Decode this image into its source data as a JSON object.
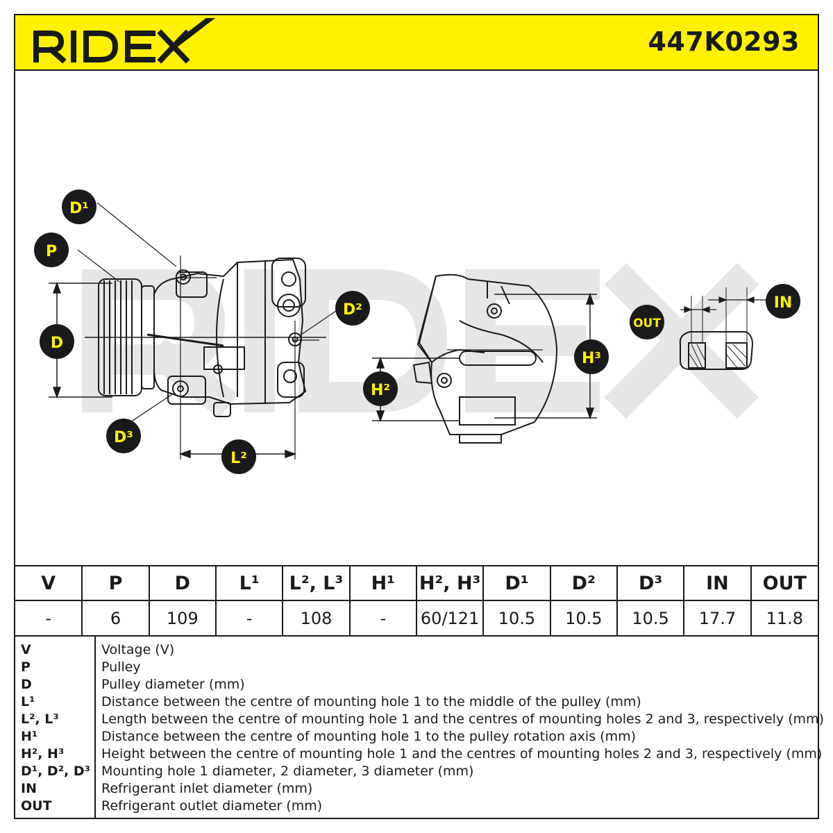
{
  "header": {
    "brand": "RIDEX",
    "part_number": "447K0293"
  },
  "colors": {
    "accent_yellow": "#fff200",
    "ink": "#1a1a1a",
    "watermark": "#e6e6e6"
  },
  "diagram": {
    "callouts": {
      "d1": "D¹",
      "p": "P",
      "d": "D",
      "d3": "D³",
      "l2": "L²",
      "d2": "D²",
      "h2": "H²",
      "h3": "H³",
      "out": "OUT",
      "in": "IN"
    }
  },
  "table": {
    "headers": [
      "V",
      "P",
      "D",
      "L¹",
      "L², L³",
      "H¹",
      "H², H³",
      "D¹",
      "D²",
      "D³",
      "IN",
      "OUT"
    ],
    "values": [
      "-",
      "6",
      "109",
      "-",
      "108",
      "-",
      "60/121",
      "10.5",
      "10.5",
      "10.5",
      "17.7",
      "11.8"
    ]
  },
  "legend": [
    {
      "key": "V",
      "desc": "Voltage (V)"
    },
    {
      "key": "P",
      "desc": "Pulley"
    },
    {
      "key": "D",
      "desc": "Pulley diameter (mm)"
    },
    {
      "key": "L¹",
      "desc": "Distance between the centre of mounting hole 1 to the middle of the pulley (mm)"
    },
    {
      "key": "L², L³",
      "desc": "Length between the centre of mounting hole 1 and the centres of mounting holes 2 and 3, respectively (mm)"
    },
    {
      "key": "H¹",
      "desc": "Distance between the centre of mounting hole 1 to the pulley rotation axis (mm)"
    },
    {
      "key": "H², H³",
      "desc": "Height between the centre of mounting hole 1 and the centres of mounting holes 2 and 3, respectively (mm)"
    },
    {
      "key": "D¹, D², D³",
      "desc": "Mounting hole 1 diameter, 2 diameter, 3 diameter (mm)"
    },
    {
      "key": "IN",
      "desc": "Refrigerant inlet diameter (mm)"
    },
    {
      "key": "OUT",
      "desc": "Refrigerant outlet diameter (mm)"
    }
  ]
}
